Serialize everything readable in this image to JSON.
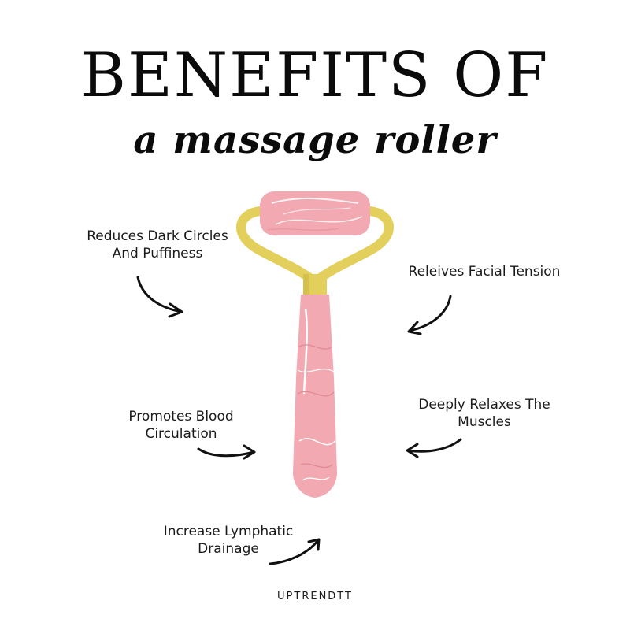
{
  "header": {
    "title": "BENEFITS OF",
    "subtitle": "a massage roller"
  },
  "benefits": [
    {
      "line1": "Reduces Dark Circles",
      "line2": "And Puffiness"
    },
    {
      "line1": "Releives Facial Tension",
      "line2": ""
    },
    {
      "line1": "Promotes Blood",
      "line2": "Circulation"
    },
    {
      "line1": "Deeply Relaxes The",
      "line2": "Muscles"
    },
    {
      "line1": "Increase Lymphatic",
      "line2": "Drainage"
    }
  ],
  "footer": {
    "brand": "UPTRENDTT"
  },
  "colors": {
    "rose": "#f2a9b2",
    "rose_dark": "#e08995",
    "gold": "#e2cf5c",
    "gold_dark": "#c9b43e",
    "ink": "#111111"
  },
  "icons": [
    "jade-roller-illustration",
    "curved-arrow-icon"
  ]
}
